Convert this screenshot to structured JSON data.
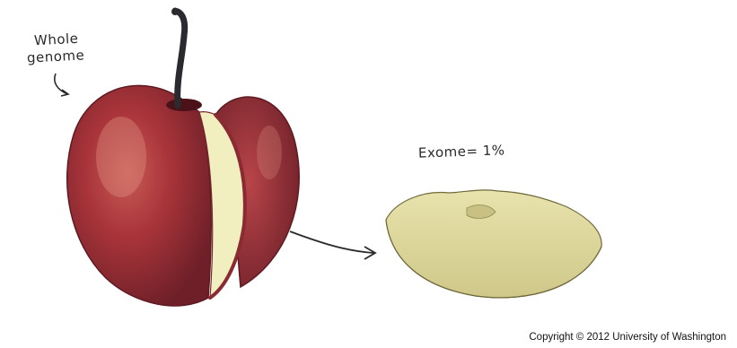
{
  "labels": {
    "whole_line1": "Whole",
    "whole_line2": "genome",
    "exome": "Exome= 1%"
  },
  "copyright": "Copyright © 2012 University of Washington",
  "colors": {
    "apple_skin": "#a8343a",
    "apple_dark": "#6e1f28",
    "apple_flesh": "#f1efc0",
    "stem": "#2b2a2e",
    "slice_flesh": "#ddd79a",
    "slice_skin": "#8c3a3f",
    "ink": "#2a2a2a"
  },
  "icons": {
    "whole_pointer": "curved-arrow-icon",
    "slice_pointer": "arrow-right-icon"
  }
}
